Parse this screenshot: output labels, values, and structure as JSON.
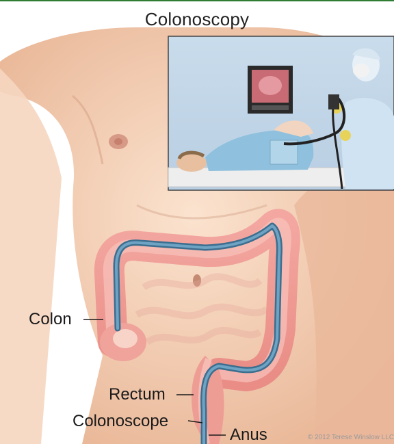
{
  "title": "Colonoscopy",
  "labels": {
    "colon": "Colon",
    "rectum": "Rectum",
    "colonoscope": "Colonoscope",
    "anus": "Anus"
  },
  "copyright": "© 2012 Terese Winslow LLC"
}
